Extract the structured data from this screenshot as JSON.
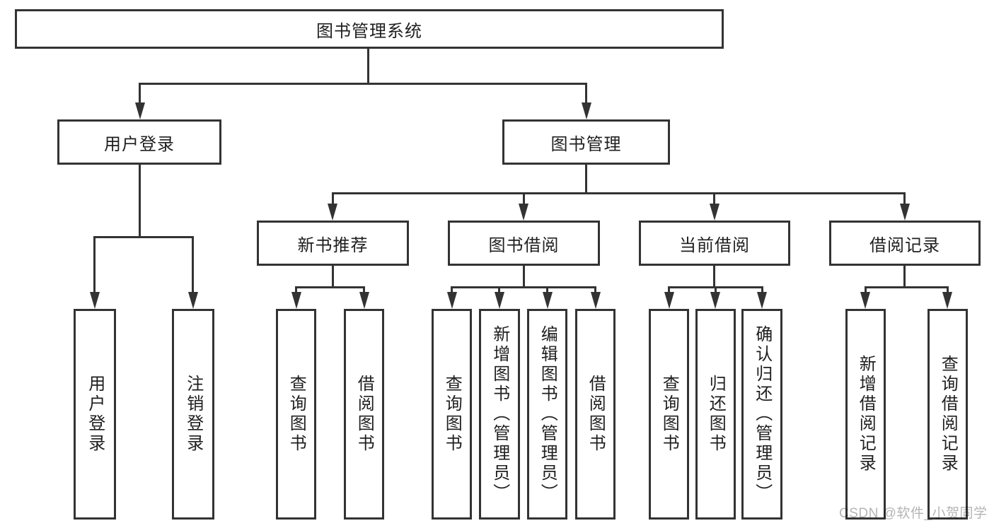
{
  "diagram": {
    "root": {
      "label": "图书管理系统"
    },
    "branches": [
      {
        "label": "用户登录",
        "children": [
          {
            "label": "用户登录"
          },
          {
            "label": "注销登录"
          }
        ]
      },
      {
        "label": "图书管理",
        "children": [
          {
            "label": "新书推荐",
            "children": [
              {
                "label": "查询图书"
              },
              {
                "label": "借阅图书"
              }
            ]
          },
          {
            "label": "图书借阅",
            "children": [
              {
                "label": "查询图书"
              },
              {
                "label": "新增图书（管理员）"
              },
              {
                "label": "编辑图书（管理员）"
              },
              {
                "label": "借阅图书"
              }
            ]
          },
          {
            "label": "当前借阅",
            "children": [
              {
                "label": "查询图书"
              },
              {
                "label": "归还图书"
              },
              {
                "label": "确认归还（管理员）"
              }
            ]
          },
          {
            "label": "借阅记录",
            "children": [
              {
                "label": "新增借阅记录"
              },
              {
                "label": "查询借阅记录"
              }
            ]
          }
        ]
      }
    ]
  },
  "watermark": {
    "text": "CSDN @软件_小贺同学"
  },
  "colors": {
    "line": "#333333",
    "text": "#1f1f1f",
    "box_bg": "#ffffff",
    "watermark": "#b4b4b4"
  }
}
